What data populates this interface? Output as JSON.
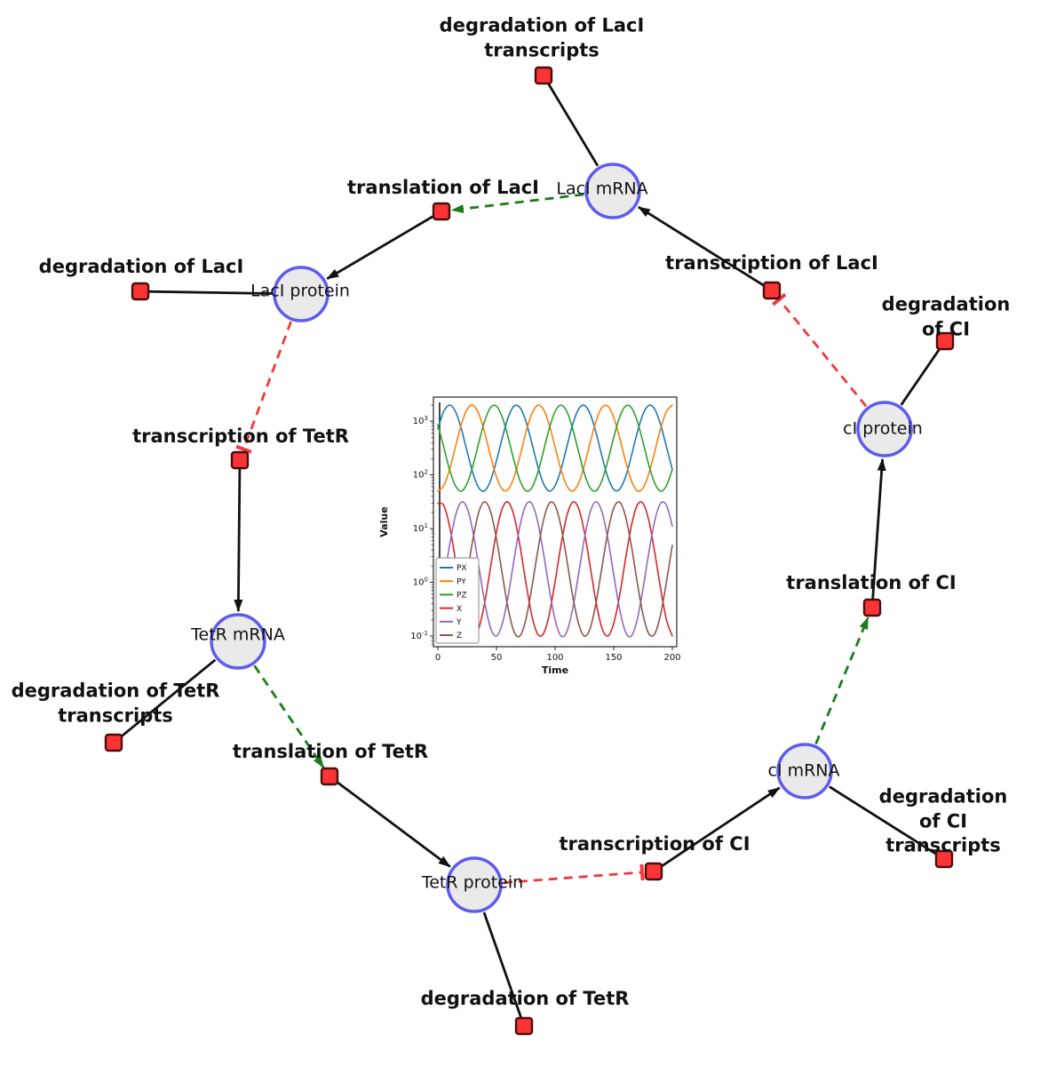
{
  "diagram": {
    "species": [
      {
        "id": "laci-mrna",
        "label": "LacI mRNA"
      },
      {
        "id": "laci-protein",
        "label": "LacI protein"
      },
      {
        "id": "ci-protein",
        "label": "cI protein"
      },
      {
        "id": "tetr-mrna",
        "label": "TetR mRNA"
      },
      {
        "id": "ci-mrna",
        "label": "cI mRNA"
      },
      {
        "id": "tetr-protein",
        "label": "TetR protein"
      }
    ],
    "reactions": [
      {
        "id": "deg-laci-transcripts",
        "label": "degradation of LacI\ntranscripts"
      },
      {
        "id": "translation-laci",
        "label": "translation of LacI"
      },
      {
        "id": "deg-laci",
        "label": "degradation of LacI"
      },
      {
        "id": "transcription-laci",
        "label": "transcription of LacI"
      },
      {
        "id": "deg-ci",
        "label": "degradation of CI"
      },
      {
        "id": "transcription-tetr",
        "label": "transcription of TetR"
      },
      {
        "id": "deg-tetr-transcripts",
        "label": "degradation of TetR\ntranscripts"
      },
      {
        "id": "translation-tetr",
        "label": "translation of TetR"
      },
      {
        "id": "deg-tetr",
        "label": "degradation of TetR"
      },
      {
        "id": "transcription-ci",
        "label": "transcription of CI"
      },
      {
        "id": "deg-ci-transcripts",
        "label": "degradation of CI\ntranscripts"
      },
      {
        "id": "translation-ci",
        "label": "translation of CI"
      }
    ],
    "edges": [
      {
        "from": "LacI mRNA",
        "to": "degradation of LacI transcripts",
        "type": "consumption"
      },
      {
        "from": "translation of LacI",
        "to": "LacI protein",
        "type": "production"
      },
      {
        "from": "LacI mRNA",
        "to": "translation of LacI",
        "type": "activation"
      },
      {
        "from": "LacI protein",
        "to": "degradation of LacI",
        "type": "consumption"
      },
      {
        "from": "transcription of LacI",
        "to": "LacI mRNA",
        "type": "production"
      },
      {
        "from": "cI protein",
        "to": "transcription of LacI",
        "type": "inhibition"
      },
      {
        "from": "cI protein",
        "to": "degradation of CI",
        "type": "consumption"
      },
      {
        "from": "LacI protein",
        "to": "transcription of TetR",
        "type": "inhibition"
      },
      {
        "from": "transcription of TetR",
        "to": "TetR mRNA",
        "type": "production"
      },
      {
        "from": "TetR mRNA",
        "to": "degradation of TetR transcripts",
        "type": "consumption"
      },
      {
        "from": "TetR mRNA",
        "to": "translation of TetR",
        "type": "activation"
      },
      {
        "from": "translation of TetR",
        "to": "TetR protein",
        "type": "production"
      },
      {
        "from": "TetR protein",
        "to": "degradation of TetR",
        "type": "consumption"
      },
      {
        "from": "TetR protein",
        "to": "transcription of CI",
        "type": "inhibition"
      },
      {
        "from": "transcription of CI",
        "to": "cI mRNA",
        "type": "production"
      },
      {
        "from": "cI mRNA",
        "to": "degradation of CI transcripts",
        "type": "consumption"
      },
      {
        "from": "cI mRNA",
        "to": "translation of CI",
        "type": "activation"
      },
      {
        "from": "translation of CI",
        "to": "cI protein",
        "type": "production"
      }
    ],
    "colors": {
      "species_fill": "#eaeaea",
      "species_stroke": "#5c5cf0",
      "reaction_fill": "#fd3434",
      "reaction_stroke": "#4a0d0d",
      "consumption_edge": "#111111",
      "production_edge": "#111111",
      "activation_edge": "#1a7d1a",
      "inhibition_edge": "#ef3b3b"
    }
  },
  "chart_data": {
    "type": "line",
    "title": "",
    "xlabel": "Time",
    "ylabel": "Value",
    "y_scale": "log",
    "xlim": [
      0,
      200
    ],
    "x_ticks": [
      0,
      50,
      100,
      150,
      200
    ],
    "y_tick_exponents": [
      -1,
      0,
      1,
      2,
      3
    ],
    "ylim_exponents": [
      -1.2,
      3.45
    ],
    "legend_position": "lower left",
    "grid": false,
    "x": [
      0,
      5,
      10,
      15,
      20,
      25,
      30,
      35,
      40,
      45,
      50,
      55,
      60,
      65,
      70,
      75,
      80,
      85,
      90,
      95,
      100,
      105,
      110,
      115,
      120,
      125,
      130,
      135,
      140,
      145,
      150,
      155,
      160,
      165,
      170,
      175,
      180,
      185,
      190,
      195,
      200
    ],
    "series": [
      {
        "name": "PX",
        "color": "#1f77b4",
        "values": [
          726,
          1519,
          1995,
          1519,
          726,
          272,
          106,
          57,
          51,
          79,
          183,
          498,
          1183,
          1910,
          1806,
          1019,
          407,
          151,
          70,
          50,
          63,
          126,
          333,
          866,
          1674,
          1973,
          1353,
          607,
          222,
          91,
          54,
          54,
          91,
          222,
          607,
          1353,
          1973,
          1674,
          866,
          333,
          126
        ]
      },
      {
        "name": "PY",
        "color": "#ff7f0e",
        "values": [
          50,
          63,
          126,
          333,
          866,
          1674,
          1973,
          1353,
          607,
          222,
          91,
          54,
          54,
          91,
          222,
          607,
          1353,
          1973,
          1674,
          866,
          333,
          126,
          63,
          50,
          70,
          151,
          407,
          1019,
          1806,
          1910,
          1183,
          498,
          183,
          79,
          51,
          57,
          106,
          272,
          726,
          1519,
          1995
        ]
      },
      {
        "name": "PZ",
        "color": "#2ca02c",
        "values": [
          866,
          333,
          126,
          63,
          50,
          70,
          151,
          407,
          1019,
          1806,
          1910,
          1183,
          498,
          183,
          79,
          51,
          57,
          106,
          272,
          726,
          1519,
          1995,
          1519,
          726,
          272,
          106,
          57,
          51,
          79,
          183,
          498,
          1183,
          1910,
          1806,
          1019,
          407,
          151,
          70,
          50,
          63,
          126
        ]
      },
      {
        "name": "X",
        "color": "#d62728",
        "values": [
          29.5,
          27.1,
          11.1,
          2.64,
          0.56,
          0.17,
          0.1,
          0.14,
          0.42,
          1.93,
          8.6,
          24,
          31.1,
          17.2,
          4.9,
          1.02,
          0.25,
          0.11,
          0.11,
          0.25,
          1.02,
          4.9,
          17.2,
          31.1,
          24,
          8.6,
          1.93,
          0.42,
          0.14,
          0.1,
          0.17,
          0.56,
          2.64,
          11.1,
          27.1,
          29.5,
          14,
          3.6,
          0.76,
          0.2,
          0.1
        ]
      },
      {
        "name": "Y",
        "color": "#9467bd",
        "values": [
          0.25,
          1.02,
          4.9,
          17.2,
          31.1,
          24,
          8.6,
          1.93,
          0.42,
          0.14,
          0.1,
          0.17,
          0.56,
          2.64,
          11.1,
          27.1,
          29.5,
          14,
          3.6,
          0.76,
          0.2,
          0.1,
          0.12,
          0.32,
          1.4,
          6.5,
          20.6,
          31.6,
          20.6,
          6.5,
          1.4,
          0.32,
          0.12,
          0.1,
          0.2,
          0.76,
          3.6,
          14,
          29.5,
          27.1,
          11.1
        ]
      },
      {
        "name": "Z",
        "color": "#8c564b",
        "values": [
          0.76,
          0.2,
          0.1,
          0.12,
          0.32,
          1.4,
          6.5,
          20.6,
          31.6,
          20.6,
          6.5,
          1.4,
          0.32,
          0.12,
          0.1,
          0.2,
          0.76,
          3.6,
          14,
          29.5,
          27.1,
          11.1,
          2.64,
          0.56,
          0.17,
          0.1,
          0.14,
          0.42,
          1.93,
          8.6,
          24,
          31.1,
          17.2,
          4.9,
          1.02,
          0.25,
          0.11,
          0.11,
          0.25,
          1.02,
          4.9
        ]
      }
    ],
    "annotations": [
      {
        "type": "vline",
        "x": 1.5,
        "color": "#1a1a1a"
      }
    ]
  }
}
